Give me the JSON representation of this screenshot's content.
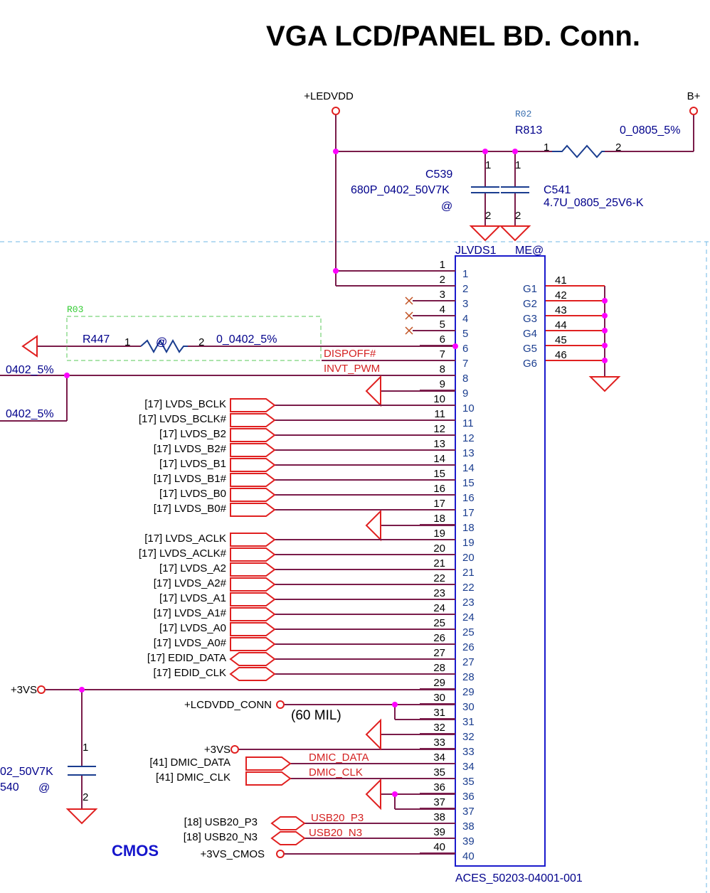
{
  "title": "VGA LCD/PANEL BD. Conn.",
  "power": {
    "ledvdd": "+LEDVDD",
    "bplus": "B+",
    "vs3_left": "+3VS",
    "lcdvdd": "+LCDVDD_CONN",
    "lcdvdd_note": "(60 MIL)",
    "vs3_mid": "+3VS",
    "vs3_cmos": "+3VS_CMOS"
  },
  "r813": {
    "group": "R02",
    "ref": "R813",
    "value": "0_0805_5%",
    "pin1": "1",
    "pin2": "2"
  },
  "c539": {
    "ref": "C539",
    "value": "680P_0402_50V7K",
    "at": "@",
    "pin1": "1",
    "pin2": "2"
  },
  "c541": {
    "ref": "C541",
    "value": "4.7U_0805_25V6-K",
    "pin1": "1",
    "pin2": "2"
  },
  "r447": {
    "group": "R03",
    "ref": "R447",
    "at": "@",
    "value": "0_0402_5%",
    "pin1": "1",
    "pin2": "2"
  },
  "left_cut": {
    "val1": "0402_5%",
    "val2": "0402_5%"
  },
  "c540": {
    "value": "02_50V7K",
    "ref": "540",
    "at": "@",
    "pin1": "1",
    "pin2": "2"
  },
  "connector": {
    "ref": "JLVDS1",
    "variant": "ME@",
    "part": "ACES_50203-04001-001",
    "pins": [
      "1",
      "2",
      "3",
      "4",
      "5",
      "6",
      "7",
      "8",
      "9",
      "10",
      "11",
      "12",
      "13",
      "14",
      "15",
      "16",
      "17",
      "18",
      "19",
      "20",
      "21",
      "22",
      "23",
      "24",
      "25",
      "26",
      "27",
      "28",
      "29",
      "30",
      "31",
      "32",
      "33",
      "34",
      "35",
      "36",
      "37",
      "38",
      "39",
      "40"
    ],
    "ground_pins": [
      {
        "name": "G1",
        "num": "41"
      },
      {
        "name": "G2",
        "num": "42"
      },
      {
        "name": "G3",
        "num": "43"
      },
      {
        "name": "G4",
        "num": "44"
      },
      {
        "name": "G5",
        "num": "45"
      },
      {
        "name": "G6",
        "num": "46"
      }
    ]
  },
  "nets": {
    "dispoff": "DISPOFF#",
    "invt_pwm": "INVT_PWM",
    "dmic_data": "DMIC_DATA",
    "dmic_clk": "DMIC_CLK",
    "usb20_p3": "USB20_P3",
    "usb20_n3": "USB20_N3"
  },
  "offpage": [
    {
      "sheet": "[17]",
      "net": "LVDS_BCLK",
      "pin": 10
    },
    {
      "sheet": "[17]",
      "net": "LVDS_BCLK#",
      "pin": 11
    },
    {
      "sheet": "[17]",
      "net": "LVDS_B2",
      "pin": 12
    },
    {
      "sheet": "[17]",
      "net": "LVDS_B2#",
      "pin": 13
    },
    {
      "sheet": "[17]",
      "net": "LVDS_B1",
      "pin": 14
    },
    {
      "sheet": "[17]",
      "net": "LVDS_B1#",
      "pin": 15
    },
    {
      "sheet": "[17]",
      "net": "LVDS_B0",
      "pin": 16
    },
    {
      "sheet": "[17]",
      "net": "LVDS_B0#",
      "pin": 17
    },
    {
      "sheet": "[17]",
      "net": "LVDS_ACLK",
      "pin": 19
    },
    {
      "sheet": "[17]",
      "net": "LVDS_ACLK#",
      "pin": 20
    },
    {
      "sheet": "[17]",
      "net": "LVDS_A2",
      "pin": 21
    },
    {
      "sheet": "[17]",
      "net": "LVDS_A2#",
      "pin": 22
    },
    {
      "sheet": "[17]",
      "net": "LVDS_A1",
      "pin": 23
    },
    {
      "sheet": "[17]",
      "net": "LVDS_A1#",
      "pin": 24
    },
    {
      "sheet": "[17]",
      "net": "LVDS_A0",
      "pin": 25
    },
    {
      "sheet": "[17]",
      "net": "LVDS_A0#",
      "pin": 26
    },
    {
      "sheet": "[17]",
      "net": "EDID_DATA",
      "pin": 27
    },
    {
      "sheet": "[17]",
      "net": "EDID_CLK",
      "pin": 28
    },
    {
      "sheet": "[41]",
      "net": "DMIC_DATA",
      "pin": 34
    },
    {
      "sheet": "[41]",
      "net": "DMIC_CLK",
      "pin": 35
    },
    {
      "sheet": "[18]",
      "net": "USB20_P3",
      "pin": 38
    },
    {
      "sheet": "[18]",
      "net": "USB20_N3",
      "pin": 39
    }
  ],
  "cmos_label": "CMOS",
  "colors": {
    "wire": "#7a1c4a",
    "component": "#1a3d8f",
    "offpage": "#e02020",
    "junction": "#ff00ff",
    "dashed": "#6fb7e6",
    "group_box": "#5ac85a"
  }
}
